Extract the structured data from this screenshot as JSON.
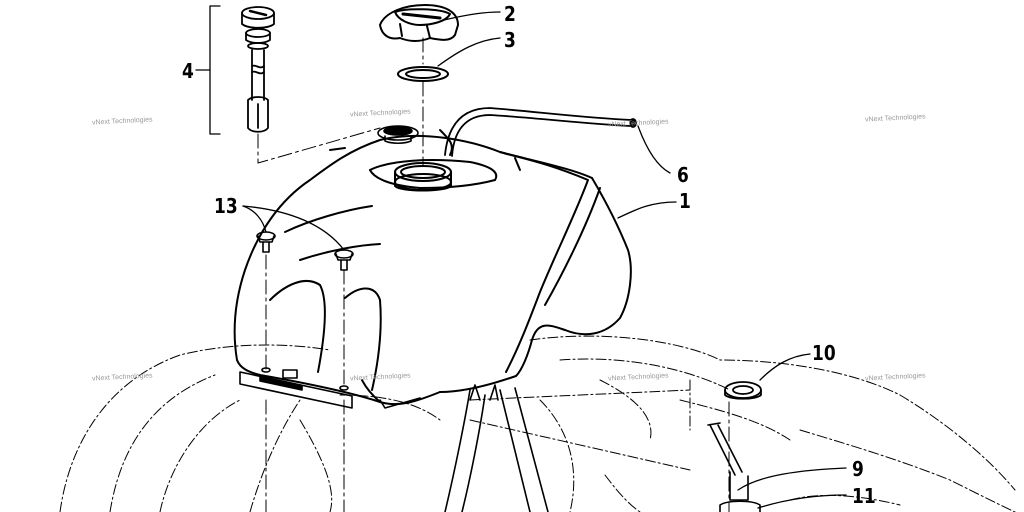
{
  "callouts": {
    "c1": "1",
    "c2": "2",
    "c3": "3",
    "c4": "4",
    "c6": "6",
    "c9": "9",
    "c10": "10",
    "c11": "11",
    "c13": "13"
  },
  "watermark": {
    "text": "vNext Technologies"
  },
  "colors": {
    "ink": "#000000",
    "watermark": "#9a9a9a"
  }
}
